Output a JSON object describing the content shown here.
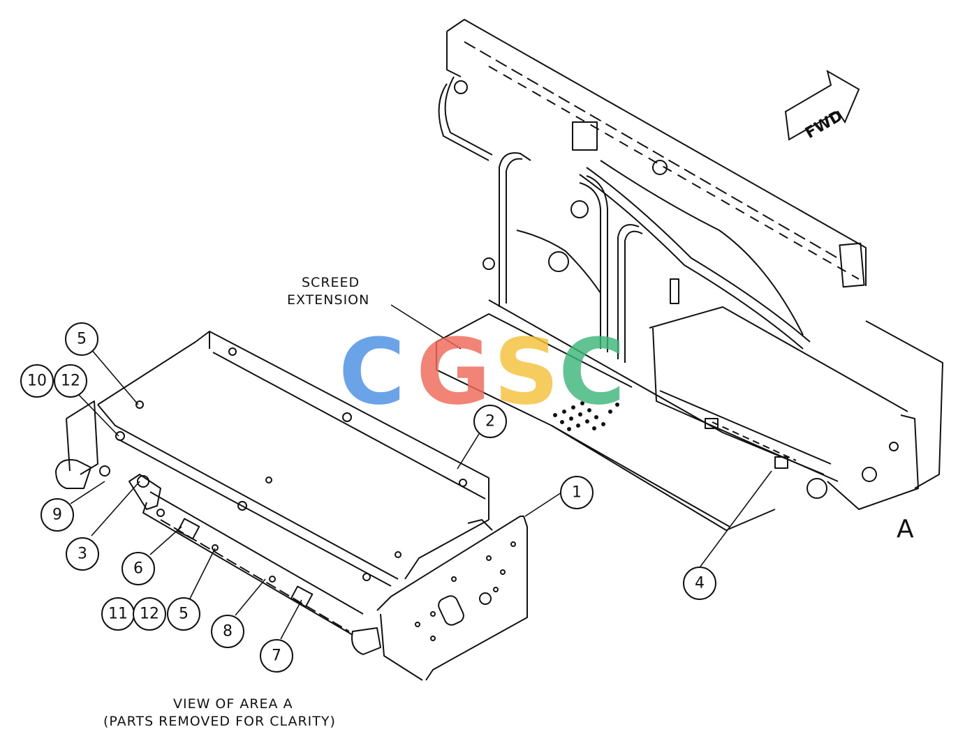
{
  "diagram": {
    "callouts": [
      "1",
      "2",
      "3",
      "4",
      "5",
      "5",
      "6",
      "7",
      "8",
      "9",
      "10",
      "11",
      "12",
      "12"
    ],
    "labels": {
      "screed_extension_line1": "SCREED",
      "screed_extension_line2": "EXTENSION",
      "view_caption_line1": "VIEW OF AREA A",
      "view_caption_line2": "(PARTS REMOVED FOR CLARITY)",
      "fwd_arrow": "FWD",
      "area_letter": "A"
    },
    "watermark": {
      "letters": [
        "C",
        "G",
        "S",
        "C"
      ],
      "colors": [
        "#4a90e2",
        "#f06a5a",
        "#f3c23a",
        "#3fb67a"
      ]
    }
  }
}
